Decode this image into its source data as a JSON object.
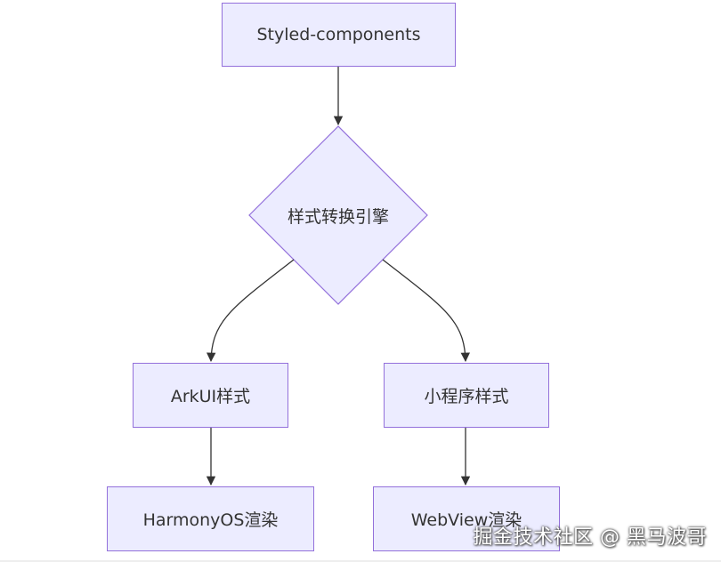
{
  "diagram": {
    "nodes": {
      "styled_components": "Styled-components",
      "engine": "样式转换引擎",
      "arkui": "ArkUI样式",
      "miniprogram": "小程序样式",
      "harmonyos": "HarmonyOS渲染",
      "webview": "WebView渲染"
    },
    "edges": [
      [
        "styled_components",
        "engine"
      ],
      [
        "engine",
        "arkui"
      ],
      [
        "engine",
        "miniprogram"
      ],
      [
        "arkui",
        "harmonyos"
      ],
      [
        "miniprogram",
        "webview"
      ]
    ]
  },
  "colors": {
    "node_fill": "#ececff",
    "node_border": "#9370db",
    "edge": "#333333"
  },
  "watermark": "掘金技术社区 @ 黑马波哥"
}
